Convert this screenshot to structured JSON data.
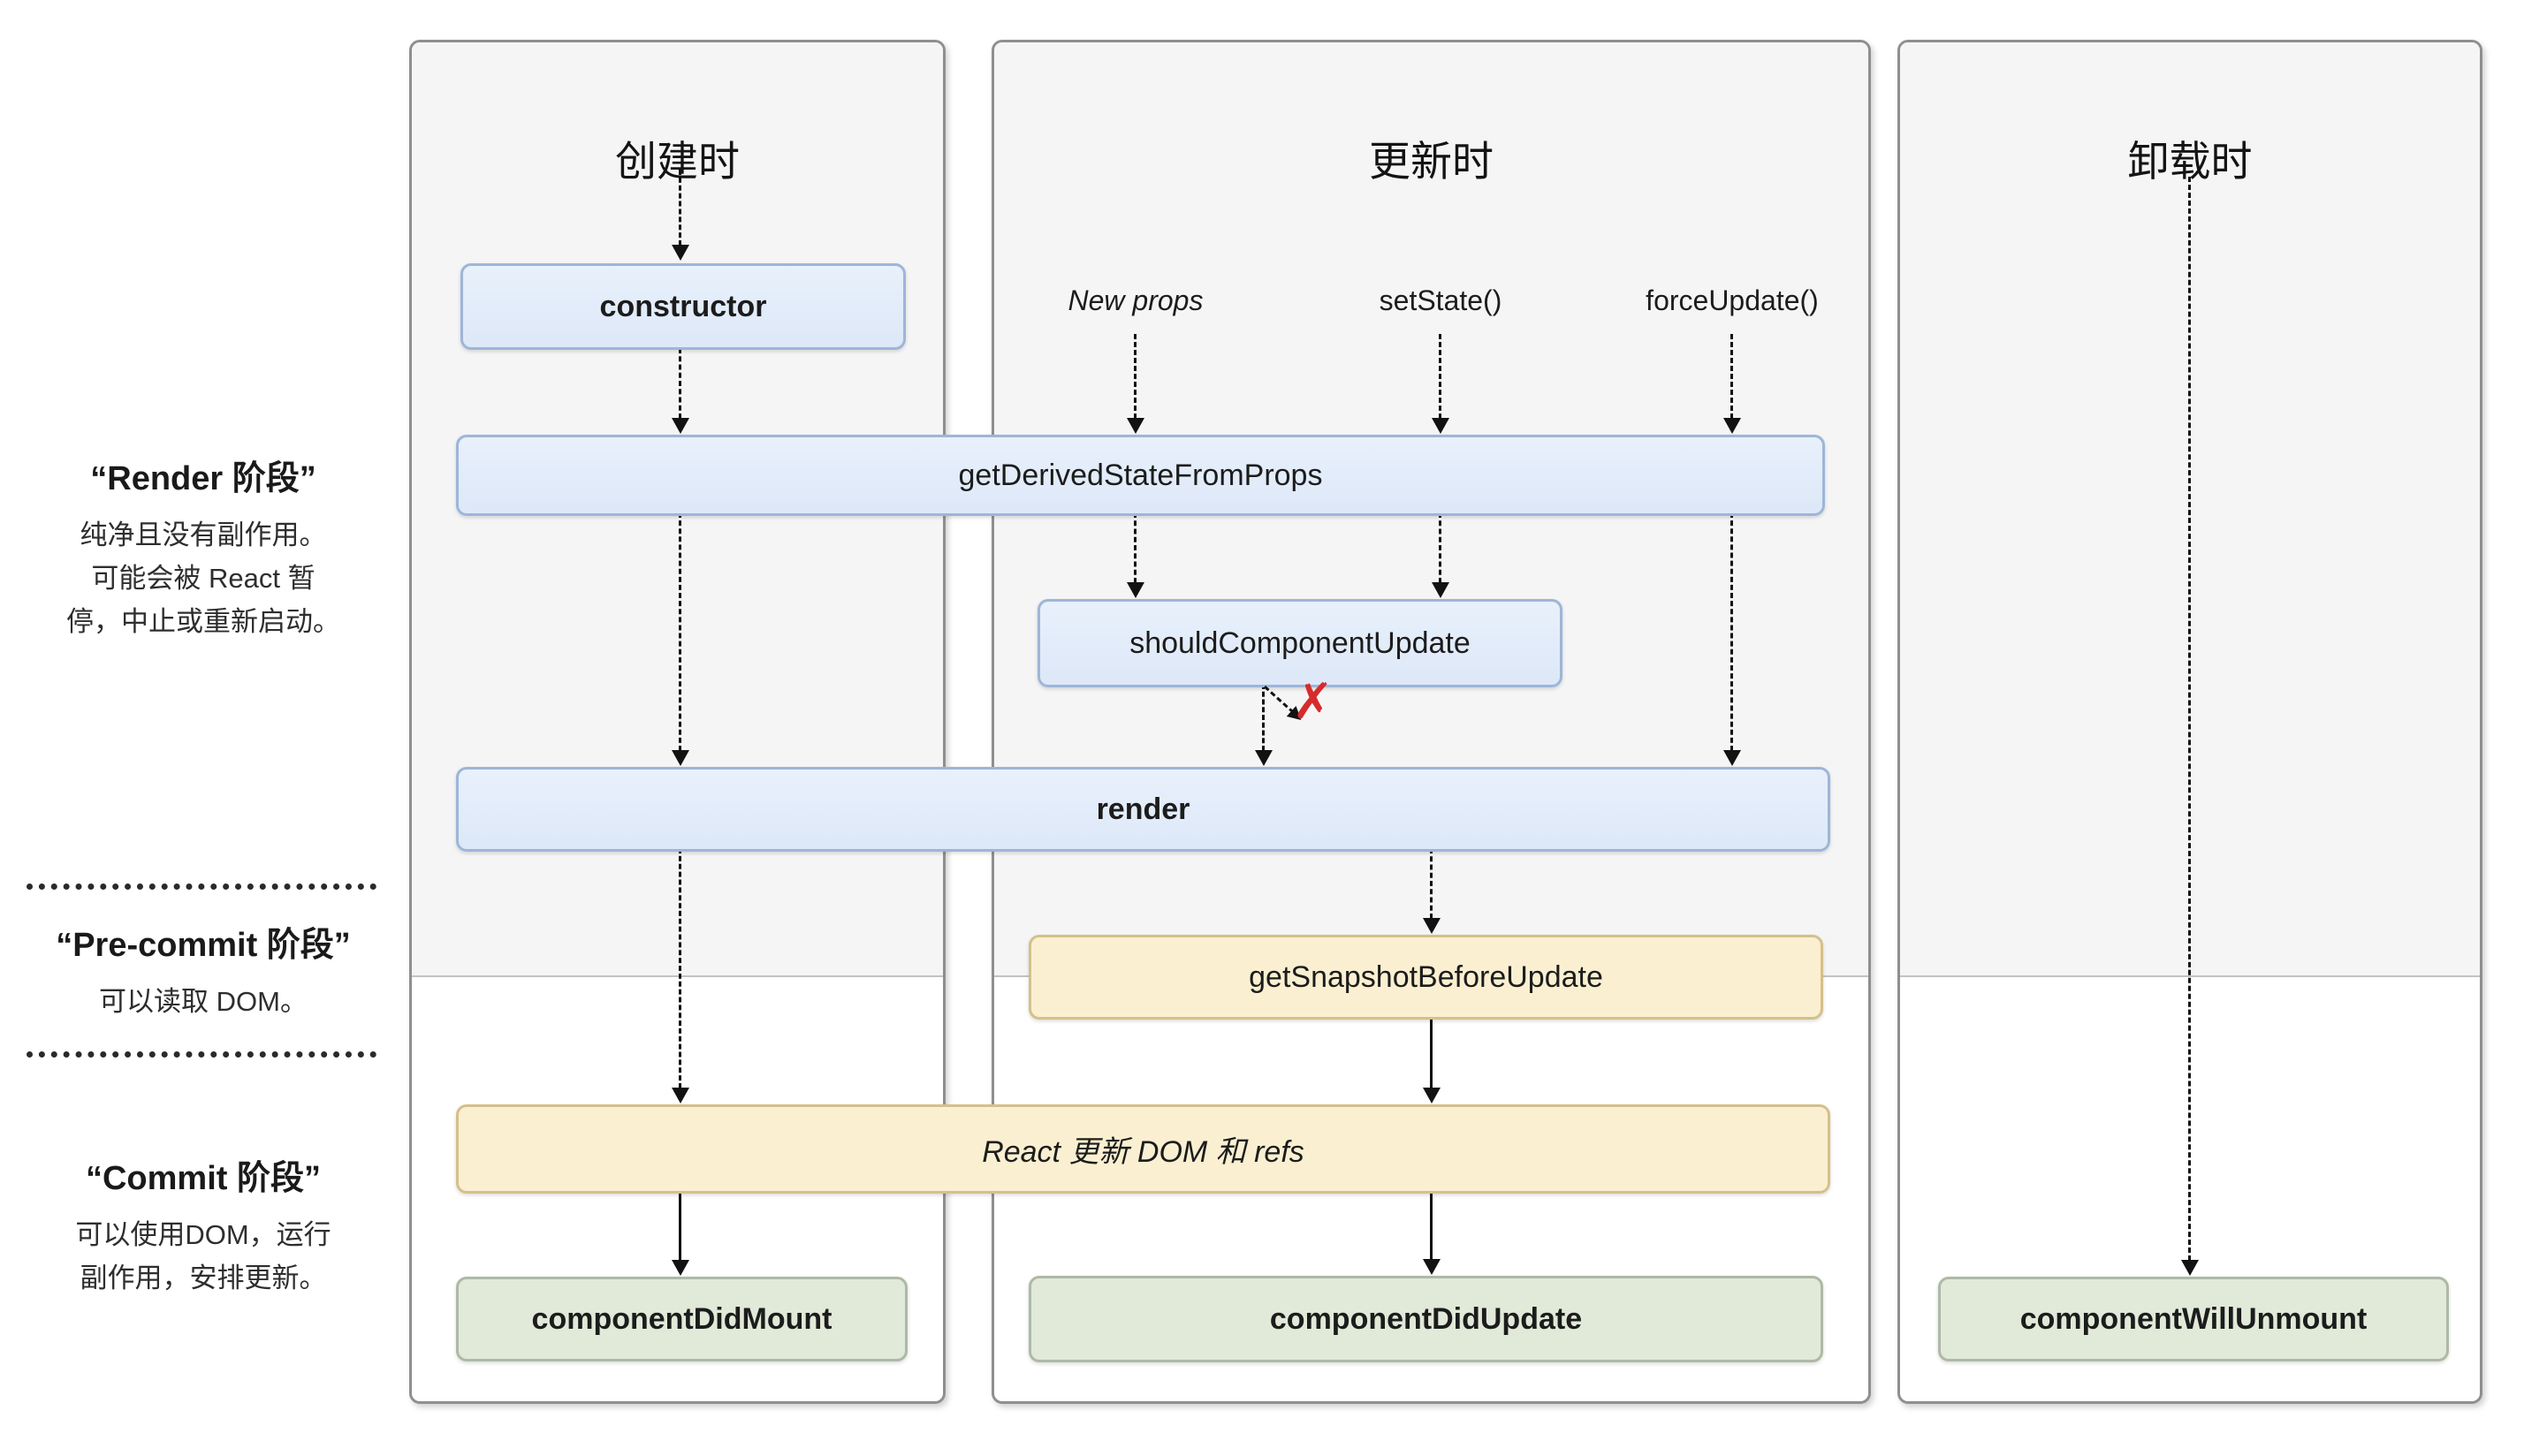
{
  "diagram": {
    "columns": [
      {
        "title": "创建时"
      },
      {
        "title": "更新时"
      },
      {
        "title": "卸载时"
      }
    ],
    "phases": {
      "render": {
        "title": "“Render 阶段”",
        "desc_lines": [
          "纯净且没有副作用。",
          "可能会被 React 暂",
          "停，中止或重新启动。"
        ]
      },
      "pre_commit": {
        "title": "“Pre-commit 阶段”",
        "desc_lines": [
          "可以读取 DOM。"
        ]
      },
      "commit": {
        "title": "“Commit 阶段”",
        "desc_lines": [
          "可以使用DOM，运行",
          "副作用，安排更新。"
        ]
      }
    },
    "triggers": {
      "new_props": "New props",
      "set_state": "setState()",
      "force_update": "forceUpdate()"
    },
    "nodes": {
      "constructor": "constructor",
      "get_derived_state_from_props": "getDerivedStateFromProps",
      "should_component_update": "shouldComponentUpdate",
      "render": "render",
      "get_snapshot_before_update": "getSnapshotBeforeUpdate",
      "react_updates_dom": "React 更新 DOM 和 refs",
      "component_did_mount": "componentDidMount",
      "component_did_update": "componentDidUpdate",
      "component_will_unmount": "componentWillUnmount"
    },
    "reject_mark": "✗",
    "colors": {
      "lifecycle_blue": "#dde8f8",
      "side_effect_yellow": "#faf0d1",
      "commit_green": "#e1e9d8",
      "reject_red": "#d62b2b",
      "phase_bg": "#f5f5f6"
    }
  }
}
